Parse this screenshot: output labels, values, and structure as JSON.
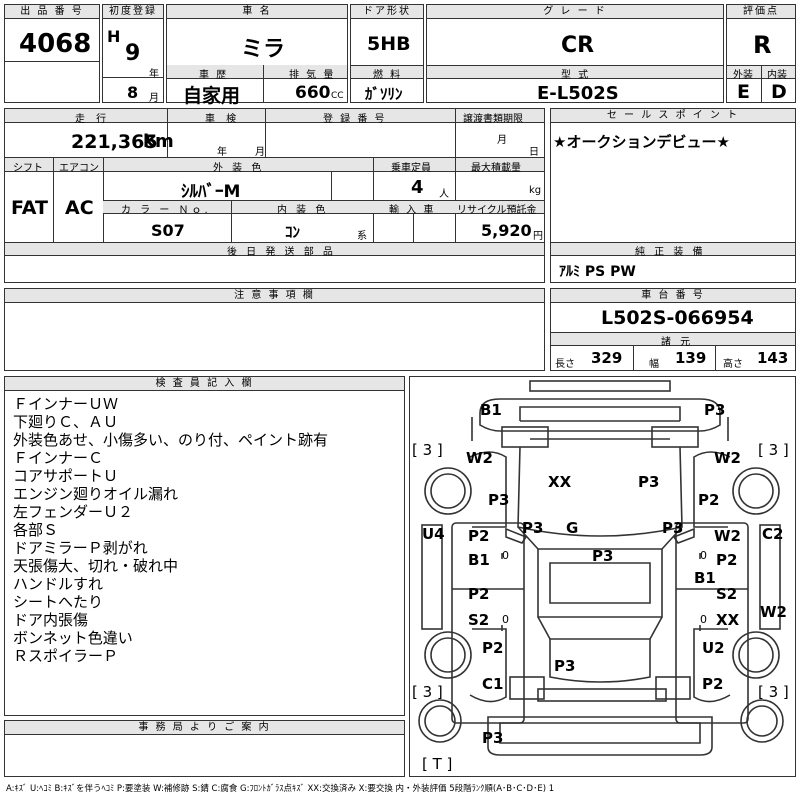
{
  "header": {
    "lot_label": "出 品 番 号",
    "lot_number": "4068",
    "first_reg_label": "初度登録",
    "era": "H",
    "year": "9",
    "year_unit": "年",
    "month": "8",
    "month_unit": "月",
    "car_name_label": "車 名",
    "car_name": "ミラ",
    "history_label": "車 歴",
    "history": "自家用",
    "displacement_label": "排 気 量",
    "displacement": "660",
    "displacement_unit": "CC",
    "door_label": "ドア形状",
    "door": "5HB",
    "fuel_label": "燃 料",
    "fuel": "ｶﾞｿﾘﾝ",
    "grade_label": "グ レ ー ド",
    "grade": "CR",
    "model_label": "型 式",
    "model": "E-L502S",
    "score_label": "評価点",
    "score": "R",
    "ext_label": "外装",
    "ext": "E",
    "int_label": "内装",
    "int": "D"
  },
  "row2": {
    "mileage_label": "走 行",
    "mileage": "221,365",
    "mileage_unit": "km",
    "inspection_label": "車 検",
    "insp_year_unit": "年",
    "insp_month_unit": "月",
    "reg_label": "登 録 番 号",
    "deadline_label": "譲渡書類期限",
    "deadline_month": "月",
    "deadline_day": "日",
    "shift_label": "シフト",
    "shift": "FAT",
    "ac_label": "エアコン",
    "ac": "AC",
    "ext_color_label": "外 装 色",
    "ext_color": "ｼﾙﾊﾞｰM",
    "seats_label": "乗車定員",
    "seats": "4",
    "seats_unit": "人",
    "load_label": "最大積載量",
    "load_unit": "kg",
    "color_no_label": "カ ラ ー Ｎｏ.",
    "color_no": "S07",
    "int_color_label": "内 装 色",
    "int_color": "ｺﾝ",
    "int_color_unit": "系",
    "import_label": "輸 入 車",
    "recycle_label": "リサイクル預託金",
    "recycle": "5,920",
    "recycle_unit": "円",
    "later_parts_label": "後 日 発 送 部 品"
  },
  "sales": {
    "label": "セ ー ル ス ポ イ ン ト",
    "text": "★オークションデビュー★",
    "equip_label": "純 正 装 備",
    "equip": "ｱﾙﾐ PS PW"
  },
  "notes_label": "注 意 事 項 欄",
  "chassis": {
    "label": "車 台 番 号",
    "value": "L502S-066954",
    "spec_label": "諸 元",
    "length_label": "長さ",
    "length": "329",
    "width_label": "幅",
    "width": "139",
    "height_label": "高さ",
    "height": "143"
  },
  "inspector": {
    "label": "検 査 員 記 入 欄",
    "lines": [
      "ＦインナーＵＷ",
      "下廻りＣ、ＡＵ",
      "外装色あせ、小傷多い、のり付、ペイント跡有",
      "ＦインナーＣ",
      "コアサポートＵ",
      "エンジン廻りオイル漏れ",
      "左フェンダーＵ２",
      "各部Ｓ",
      "ドアミラーＰ剥がれ",
      "天張傷大、切れ・破れ中",
      "ハンドルすれ",
      "シートへたり",
      "ドア内張傷",
      "ボンネット色違い",
      "ＲスポイラーＰ"
    ]
  },
  "office_label": "事 務 局 よ り ご 案 内",
  "legend": "A:ｷｽﾞ U:ﾍｺﾐ B:ｷｽﾞを伴うﾍｺﾐ P:要塗装 W:補修跡 S:錆 C:腐食 G:ﾌﾛﾝﾄｶﾞﾗｽ点ｷｽﾞ XX:交換済み X:要交換 内・外装評価 5段階ﾗﾝｸ順(A･B･C･D･E) 1",
  "diagram_marks": {
    "b1_top": "B1",
    "p3_top": "P3",
    "tire_fl": "[ 3 ]",
    "tire_fr": "[ 3 ]",
    "tire_rl": "[ 3 ]",
    "tire_rr": "[ 3 ]",
    "spare": "[ T ]",
    "w2_fl": "W2",
    "w2_fr": "W2",
    "xx_hood": "XX",
    "p3_hood": "P3",
    "p3_lfender": "P3",
    "p2_rfender": "P2",
    "u4_left": "U4",
    "c2_right": "C2",
    "p3_lpillar": "P3",
    "g_glass": "G",
    "p3_rpillar": "P3",
    "p2_lfdoor": "P2",
    "b1_lfdoor": "B1",
    "p3_roof": "P3",
    "w2_rfdoor": "W2",
    "p2_rfdoor": "P2",
    "b1_rfdoor": "B1",
    "p2_lrdoor": "P2",
    "s2_lrdoor": "S2",
    "s2_rrdoor": "S2",
    "xx_rrdoor": "XX",
    "w2_rrear": "W2",
    "p2_lqtr": "P2",
    "p3_trunk": "P3",
    "u2_rqtr": "U2",
    "c1_lrear": "C1",
    "p2_rrear": "P2",
    "p3_bumper": "P3",
    "zero_l1": "0",
    "zero_r1": "0",
    "zero_l2": "0",
    "zero_r2": "0"
  }
}
